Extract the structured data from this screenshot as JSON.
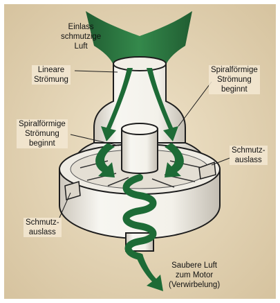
{
  "figure": {
    "colors": {
      "background": "#e9dcc1",
      "background_edge": "#d8c7a5",
      "device_light": "#f6f4ee",
      "device_shadow": "#c9c3b8",
      "outline": "#1d1d1d",
      "flow_green": "#1d6b36",
      "flow_green_light": "#2f8a4a"
    },
    "labels": {
      "inlet": "Einlass\nschmutzige\nLuft",
      "linear_flow": "Lineare\nStrömung",
      "spiral_start_right": "Spiralförmige\nStrömung\nbeginnt",
      "spiral_start_left": "Spiralförmige\nStrömung\nbeginnt",
      "dirt_outlet_right": "Schmutz-\nauslass",
      "dirt_outlet_left": "Schmutz-\nauslass",
      "clean_air": "Saubere Luft\nzum Motor\n(Verwirbelung)"
    }
  }
}
